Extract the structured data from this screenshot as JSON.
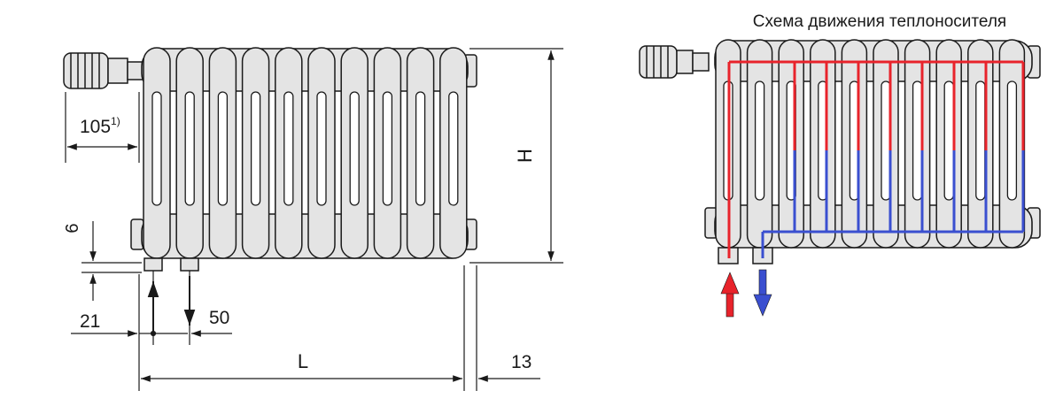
{
  "schematic": {
    "dim_width_valve": "105",
    "dim_width_valve_note": "1)",
    "dim_height": "H",
    "dim_bottom_gap": "6",
    "dim_left_offset": "21",
    "dim_connection_spacing": "50",
    "dim_length": "L",
    "dim_end_offset": "13"
  },
  "flow_diagram": {
    "title": "Схема движения теплоносителя"
  },
  "colors": {
    "line": "#1a1a1a",
    "radiator_fill": "#e4e4e4",
    "hot_flow": "#e8232b",
    "cold_flow": "#3a4fd0"
  }
}
